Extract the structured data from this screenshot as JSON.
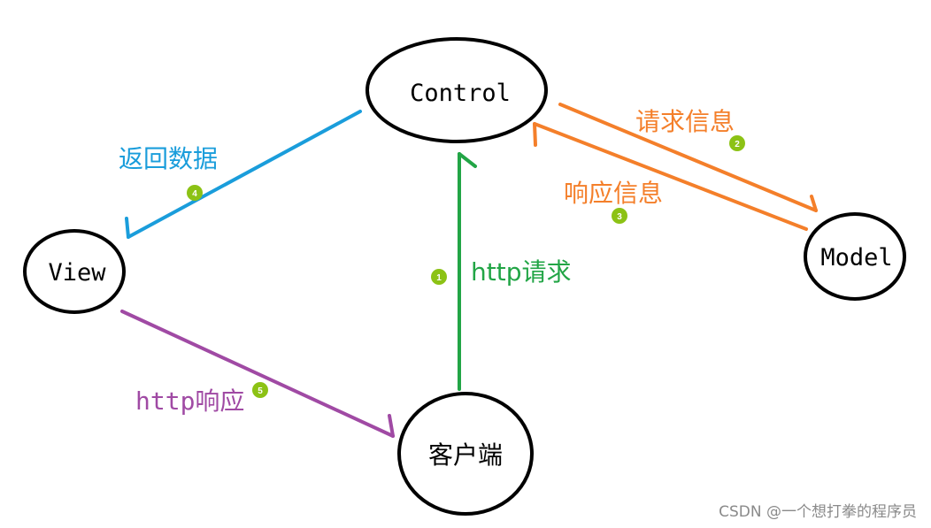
{
  "colors": {
    "blue": "#1a9ddb",
    "orange": "#f47f2a",
    "green": "#22a546",
    "purple": "#a04aa4",
    "badge": "#8cc215",
    "node_stroke": "#000000"
  },
  "nodes": {
    "control": "Control",
    "view": "View",
    "model": "Model",
    "client": "客户端"
  },
  "edges": {
    "http_request": {
      "label": "http请求",
      "step": "1"
    },
    "request_info": {
      "label": "请求信息",
      "step": "2"
    },
    "response_info": {
      "label": "响应信息",
      "step": "3"
    },
    "return_data": {
      "label": "返回数据",
      "step": "4"
    },
    "http_response": {
      "label": "http响应",
      "step": "5"
    }
  },
  "watermark": "CSDN @一个想打拳的程序员"
}
